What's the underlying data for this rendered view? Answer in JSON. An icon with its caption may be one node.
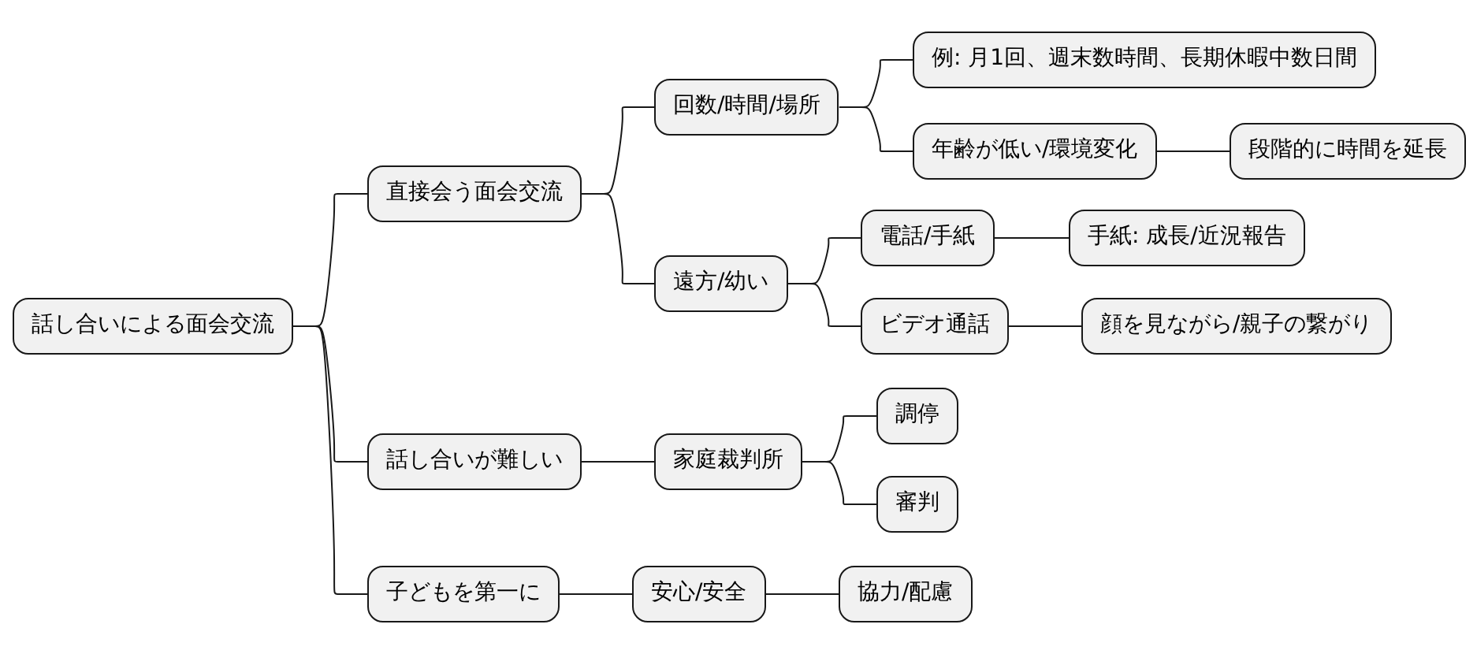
{
  "diagram": {
    "nodes": [
      {
        "text": [
          "話し合いによる面会交流"
        ]
      },
      {
        "text": [
          "直接会う面会交流"
        ]
      },
      {
        "text": [
          "回数/時間/場所"
        ]
      },
      {
        "text": [
          "例: 月1回、週末数時間、長期休暇中数日間"
        ]
      },
      {
        "text": [
          "年齢が低い/環境変化"
        ]
      },
      {
        "text": [
          "段階的に時間を延長"
        ]
      },
      {
        "text": [
          "遠方/幼い"
        ]
      },
      {
        "text": [
          "電話/手紙"
        ]
      },
      {
        "text": [
          "手紙: 成長/近況報告"
        ]
      },
      {
        "text": [
          "ビデオ通話"
        ]
      },
      {
        "text": [
          "顔を見ながら/親子の繋がり"
        ]
      },
      {
        "text": [
          "話し合いが難しい"
        ]
      },
      {
        "text": [
          "家庭裁判所"
        ]
      },
      {
        "text": [
          "調停"
        ]
      },
      {
        "text": [
          "審判"
        ]
      },
      {
        "text": [
          "子どもを第一に"
        ]
      },
      {
        "text": [
          "安心/安全"
        ]
      },
      {
        "text": [
          "協力/配慮"
        ]
      }
    ],
    "edges": [
      {
        "from": 0,
        "to": 1,
        "arrow": "none"
      },
      {
        "from": 0,
        "to": 11,
        "arrow": "none"
      },
      {
        "from": 0,
        "to": 15,
        "arrow": "none"
      },
      {
        "from": 1,
        "to": 2,
        "arrow": "none"
      },
      {
        "from": 1,
        "to": 6,
        "arrow": "none"
      },
      {
        "from": 2,
        "to": 3,
        "arrow": "none"
      },
      {
        "from": 2,
        "to": 4,
        "arrow": "none"
      },
      {
        "from": 4,
        "to": 5,
        "arrow": "none"
      },
      {
        "from": 6,
        "to": 7,
        "arrow": "none"
      },
      {
        "from": 6,
        "to": 9,
        "arrow": "none"
      },
      {
        "from": 7,
        "to": 8,
        "arrow": "none"
      },
      {
        "from": 9,
        "to": 10,
        "arrow": "none"
      },
      {
        "from": 11,
        "to": 12,
        "arrow": "none"
      },
      {
        "from": 12,
        "to": 13,
        "arrow": "none"
      },
      {
        "from": 12,
        "to": 14,
        "arrow": "none"
      },
      {
        "from": 15,
        "to": 16,
        "arrow": "none"
      },
      {
        "from": 16,
        "to": 17,
        "arrow": "none"
      }
    ]
  }
}
